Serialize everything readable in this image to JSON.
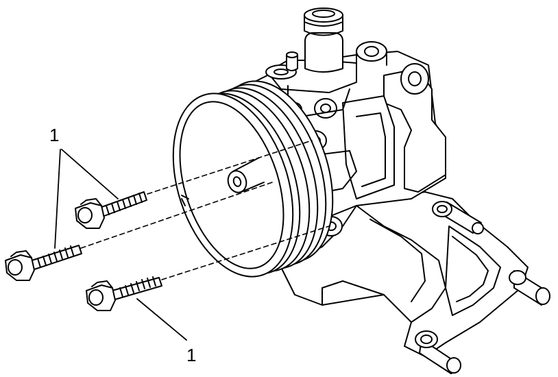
{
  "diagram": {
    "callouts": [
      {
        "id": "callout-top",
        "label": "1"
      },
      {
        "id": "callout-bottom",
        "label": "1"
      }
    ],
    "parts": [
      "power-steering-pump",
      "pulley",
      "mounting-bracket",
      "bolt",
      "bolt",
      "bolt"
    ]
  },
  "colors": {
    "line": "#000000",
    "background": "#ffffff"
  }
}
